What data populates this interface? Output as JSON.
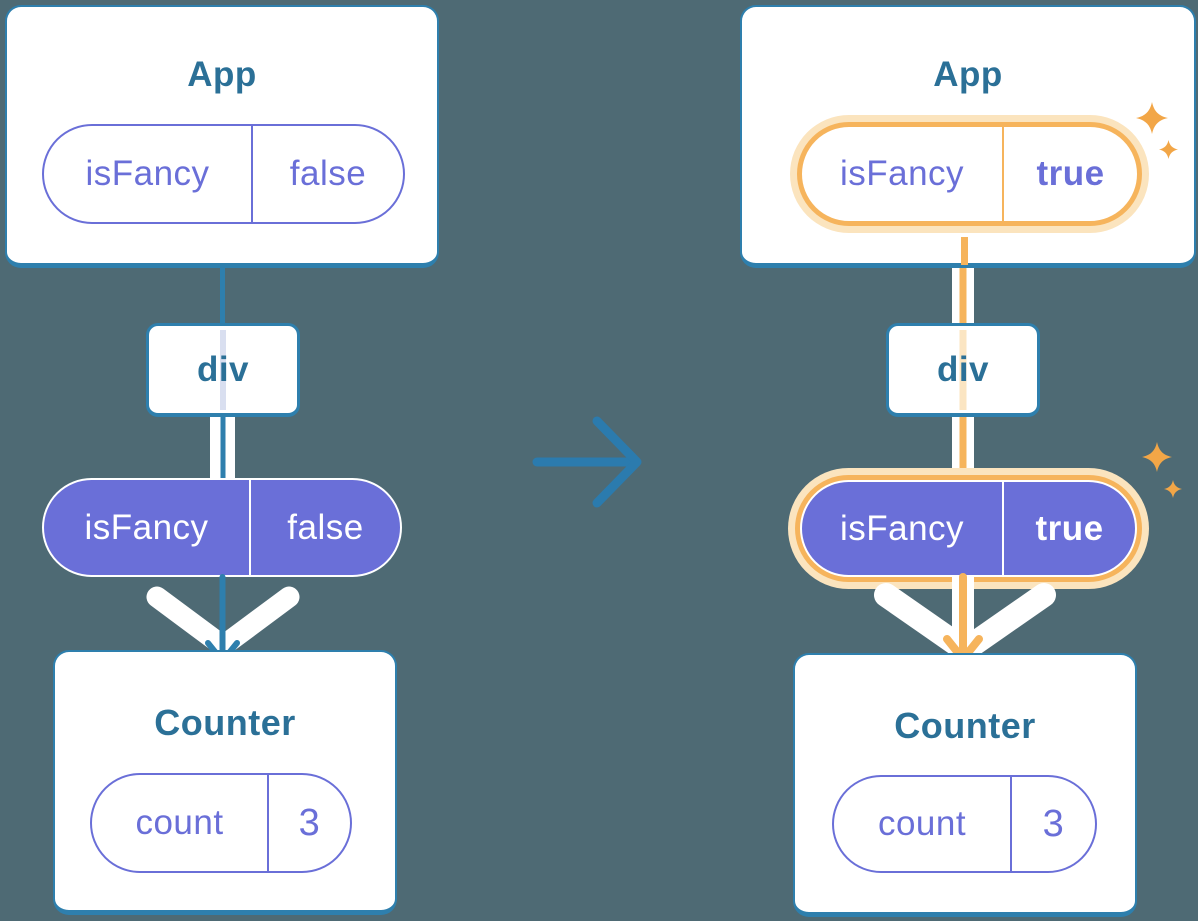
{
  "page": {
    "background": "#4E6A74"
  },
  "colors": {
    "card_border": "#2E7FAD",
    "component_text": "#2B7097",
    "purple": "#6A6FD8",
    "orange": "#F6B45C",
    "orange_halo": "#FBE4BE",
    "sparkle": "#F2A647",
    "transition_arrow": "#2B7BAE",
    "div_stripe_blue": "#D9DFF0",
    "div_stripe_orange": "#FBE5C2",
    "chevron": "#FFFFFF"
  },
  "left_tree": {
    "app_title": "App",
    "app_prop_name": "isFancy",
    "app_prop_value": "false",
    "div_label": "div",
    "passed_prop_name": "isFancy",
    "passed_prop_value": "false",
    "counter_title": "Counter",
    "counter_state_name": "count",
    "counter_state_value": "3"
  },
  "right_tree": {
    "app_title": "App",
    "app_prop_name": "isFancy",
    "app_prop_value": "true",
    "div_label": "div",
    "passed_prop_name": "isFancy",
    "passed_prop_value": "true",
    "counter_title": "Counter",
    "counter_state_name": "count",
    "counter_state_value": "3"
  },
  "icons": {
    "transition_arrow": "right-arrow",
    "sparkle": "four-point-sparkle",
    "flow_chevron": "down-chevron",
    "flow_arrow": "down-arrow"
  }
}
